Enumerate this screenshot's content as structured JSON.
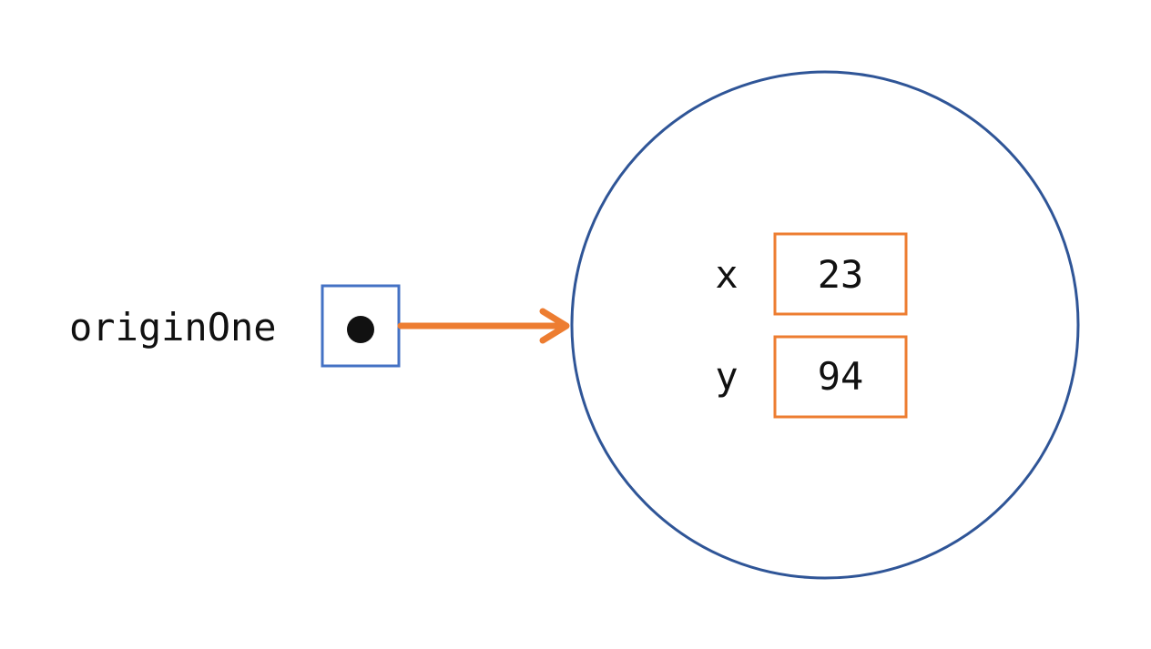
{
  "variable": {
    "name": "originOne"
  },
  "object": {
    "fields": [
      {
        "name": "x",
        "value": "23"
      },
      {
        "name": "y",
        "value": "94"
      }
    ]
  },
  "colors": {
    "reference_box_border": "#4472C4",
    "object_circle": "#2F5597",
    "arrow": "#ED7D31",
    "field_box_border": "#ED7D31",
    "dot": "#111111",
    "text": "#111111"
  },
  "icons": {
    "reference_dot": "filled-circle-icon",
    "pointer_arrow": "arrow-right-icon"
  }
}
